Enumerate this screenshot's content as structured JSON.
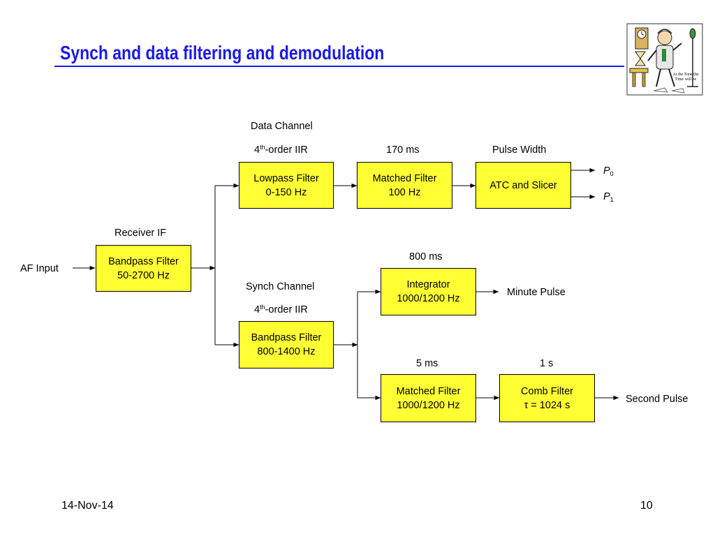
{
  "slide": {
    "title": "Synch and data filtering and demodulation",
    "date": "14-Nov-14",
    "page_number": "10"
  },
  "clipart": {
    "caption_line1": "At the Tone the",
    "caption_line2": "Time will be"
  },
  "labels": {
    "af_input": "AF Input",
    "receiver_if": "Receiver IF",
    "data_channel": "Data Channel",
    "data_order_prefix": "4",
    "data_order_sup": "th",
    "data_order_suffix": "-order IIR",
    "synch_channel": "Synch Channel",
    "synch_order_prefix": "4",
    "synch_order_sup": "th",
    "synch_order_suffix": "-order IIR",
    "t_170": "170 ms",
    "pulse_width": "Pulse Width",
    "t_800": "800 ms",
    "t_5": "5 ms",
    "t_1s": "1 s",
    "minute_pulse": "Minute Pulse",
    "second_pulse": "Second Pulse",
    "p0_letter": "P",
    "p0_sub": "0",
    "p1_letter": "P",
    "p1_sub": "1"
  },
  "boxes": {
    "receiver_bandpass": {
      "line1": "Bandpass Filter",
      "line2": "50-2700 Hz"
    },
    "lowpass": {
      "line1": "Lowpass Filter",
      "line2": "0-150 Hz"
    },
    "matched_100": {
      "line1": "Matched Filter",
      "line2": "100 Hz"
    },
    "atc_slicer": {
      "line1": "ATC and Slicer"
    },
    "synch_bandpass": {
      "line1": "Bandpass Filter",
      "line2": "800-1400 Hz"
    },
    "integrator": {
      "line1": "Integrator",
      "line2": "1000/1200 Hz"
    },
    "matched_1000": {
      "line1": "Matched Filter",
      "line2": "1000/1200 Hz"
    },
    "comb": {
      "line1": "Comb Filter",
      "line2": "τ = 1024 s"
    }
  },
  "colors": {
    "title": "#1a1ae6",
    "box_fill": "#ffff33",
    "line": "#000000"
  }
}
